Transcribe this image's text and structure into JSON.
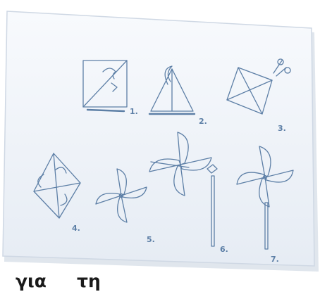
{
  "steps": [
    "1.",
    "2.",
    "3.",
    "4.",
    "5.",
    "6.",
    "7."
  ],
  "caption": {
    "word_1": "για",
    "word_2": "τη"
  },
  "colors": {
    "sketch": "#5d7fa6",
    "board_top": "#f7f9fc",
    "board_bottom": "#e7edf5",
    "board_edge": "#c9d4e3",
    "text": "#1a1a1a"
  }
}
